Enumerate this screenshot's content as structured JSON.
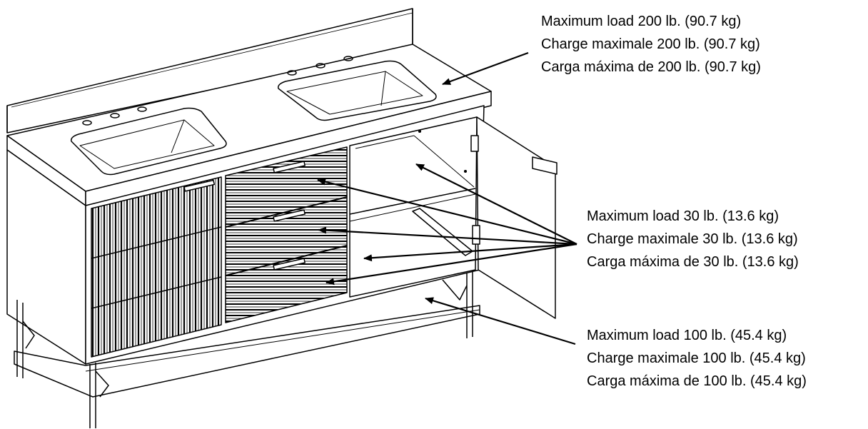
{
  "labels": {
    "countertop": {
      "en": "Maximum load 200 lb. (90.7 kg)",
      "fr": "Charge maximale 200 lb. (90.7 kg)",
      "es": "Carga máxima de 200 lb. (90.7 kg)"
    },
    "drawers_shelf": {
      "en": "Maximum load 30 lb. (13.6 kg)",
      "fr": "Charge maximale 30 lb. (13.6 kg)",
      "es": "Carga máxima de 30 lb. (13.6 kg)"
    },
    "bottom_shelf": {
      "en": "Maximum load 100 lb. (45.4 kg)",
      "fr": "Charge maximale 100 lb. (45.4 kg)",
      "es": "Carga máxima de 100 lb. (45.4 kg)"
    }
  },
  "colors": {
    "line": "#000000",
    "background": "#ffffff"
  }
}
